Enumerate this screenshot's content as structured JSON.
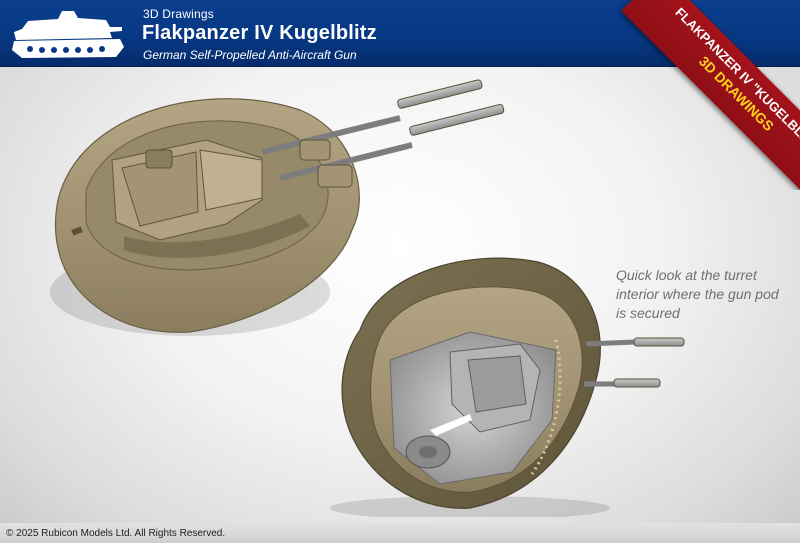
{
  "header": {
    "section_label": "3D Drawings",
    "title": "Flakpanzer IV Kugelblitz",
    "subtitle": "German Self-Propelled Anti-Aircraft Gun",
    "logo_icon": "tank-silhouette-icon",
    "background_color": "#073782"
  },
  "ribbon": {
    "line1": "FLAKPANZER IV \"KUGELBLITZ\"",
    "line2": "3D DRAWINGS",
    "background_color": "#9a121a",
    "line2_color": "#ffd21a"
  },
  "illustrations": {
    "top_image": "turret-exterior-render",
    "bottom_image": "turret-cutaway-render",
    "body_color": "#a89a79"
  },
  "caption": "Quick look at the turret interior where the gun pod is secured",
  "footer": {
    "copyright": "© 2025 Rubicon Models Ltd.  All Rights Reserved."
  }
}
